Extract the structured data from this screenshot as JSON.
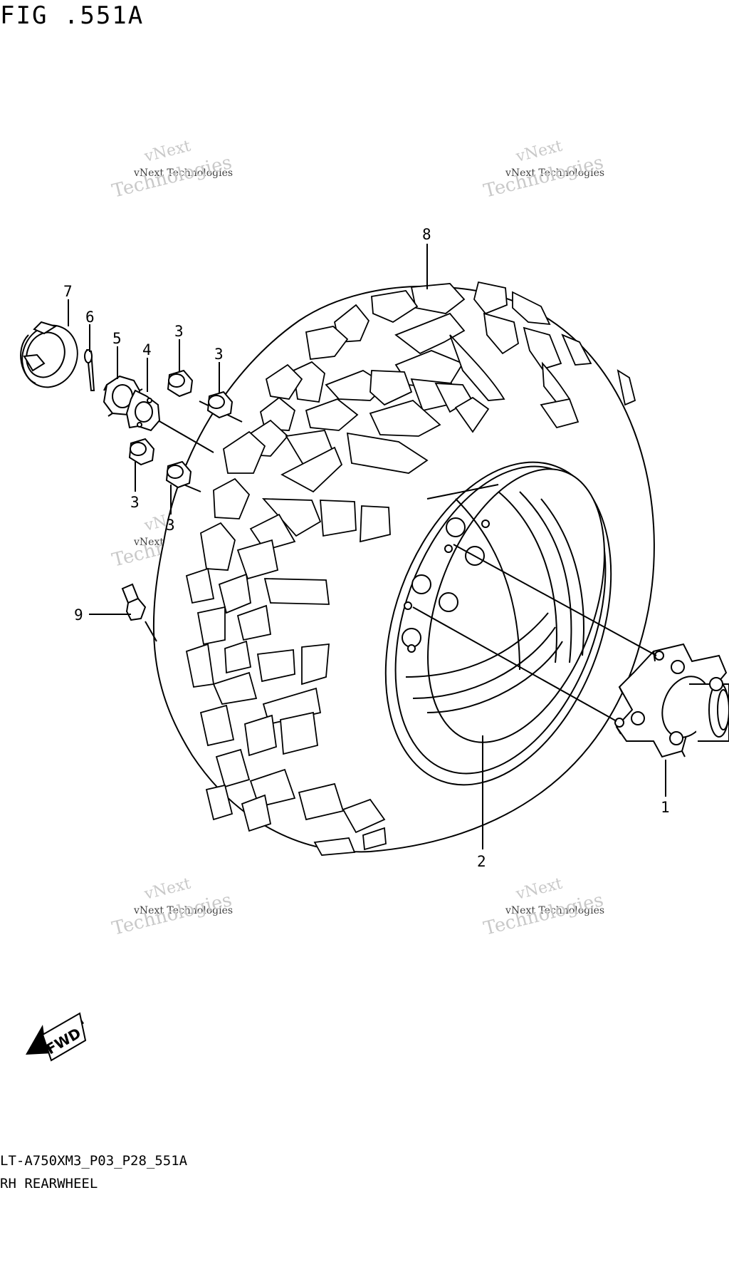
{
  "figure": {
    "title": "FIG .551A",
    "model_code": "LT-A750XM3_P03_P28_551A",
    "part_name": "RH REARWHEEL"
  },
  "watermark": {
    "line1": "vNext",
    "line2": "vNext Technologies",
    "line3": "Technologies"
  },
  "callouts": [
    "1",
    "2",
    "3",
    "3",
    "3",
    "3",
    "4",
    "5",
    "6",
    "7",
    "8",
    "9"
  ],
  "direction_badge": "FWD"
}
